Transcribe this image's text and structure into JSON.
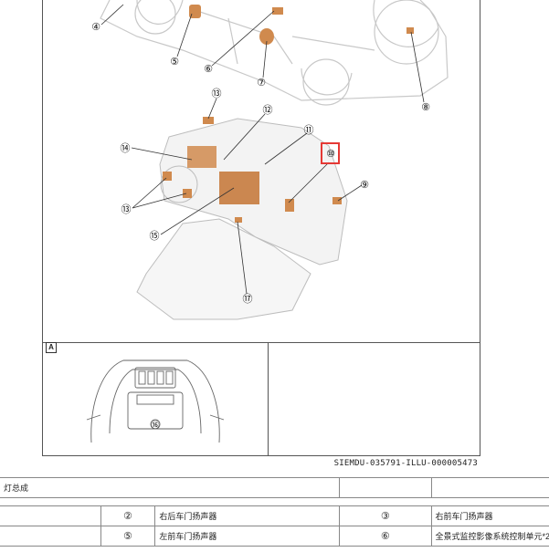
{
  "figure": {
    "callouts": [
      "④",
      "⑤",
      "⑥",
      "⑦",
      "⑧",
      "⑬",
      "⑫",
      "⑪",
      "⑭",
      "⑩",
      "⑨",
      "⑬",
      "⑮",
      "⑰",
      "⑯"
    ],
    "inset_label": "A",
    "caption": "SIEMDU-035791-ILLU-000005473",
    "highlight_color": "#e53935",
    "part_color": "#d08a4e"
  },
  "legend": {
    "row0_text": "灯总成",
    "rows": [
      {
        "n1": "②",
        "t1": "右后车门扬声器",
        "n2": "③",
        "t2": "右前车门扬声器"
      },
      {
        "n1": "⑤",
        "t1": "左前车门扬声器",
        "n2": "⑥",
        "t2": "全景式监控影像系统控制单元*2"
      }
    ]
  }
}
